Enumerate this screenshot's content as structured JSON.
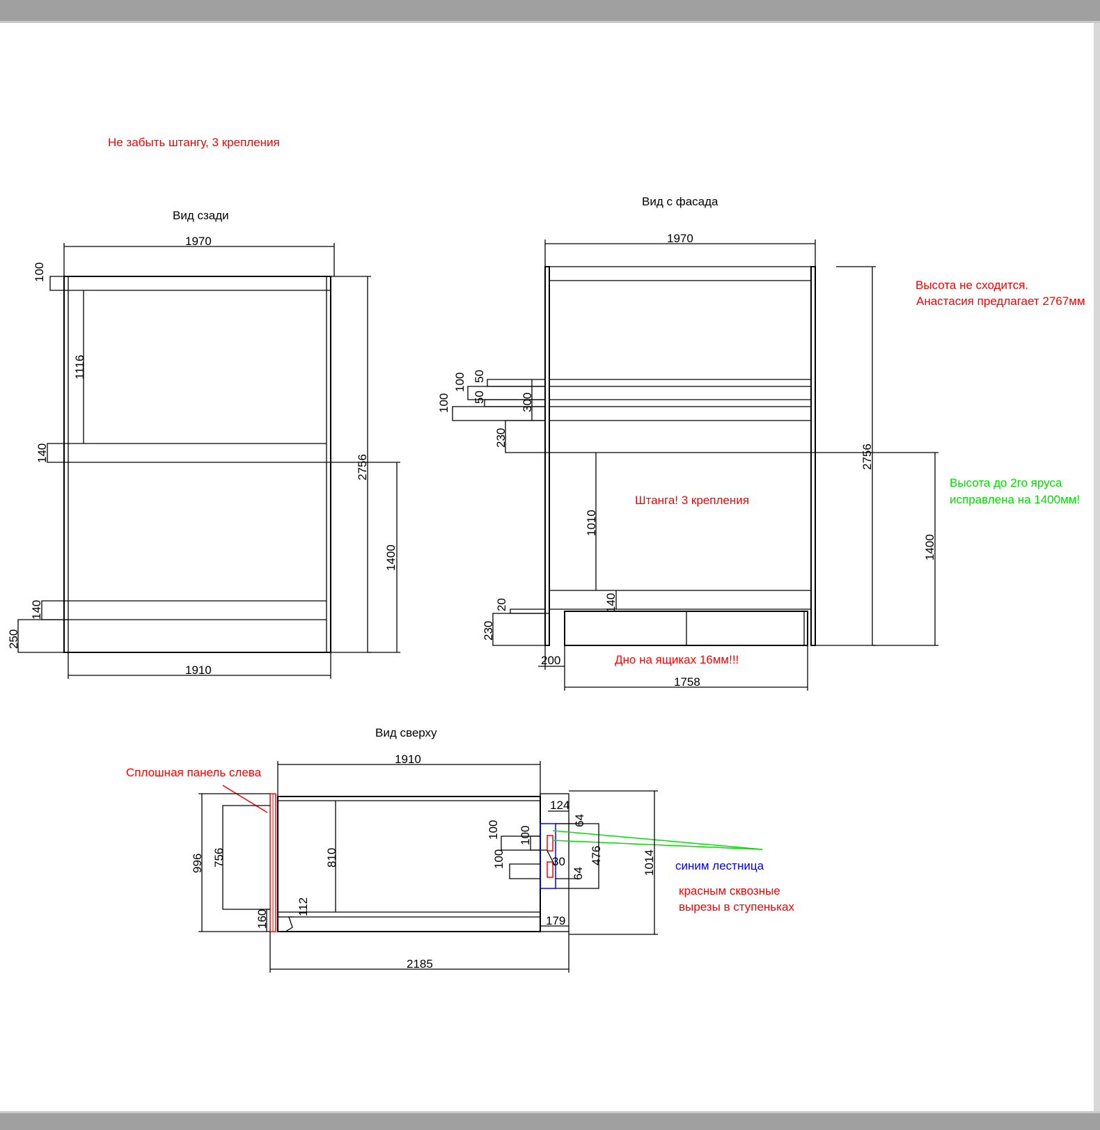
{
  "colors": {
    "red": "#ff0000",
    "green": "#00e000",
    "blue": "#0000ff",
    "line": "#000000"
  },
  "notes": {
    "top_reminder": "Не забыть штангу, 3 крепления",
    "height_mismatch_1": "Высота не сходится.",
    "height_mismatch_2": "Анастасия предлагает 2767мм",
    "tier_fix_1": "Высота до 2го яруса",
    "tier_fix_2": "исправлена на 1400мм!",
    "rod_note": "Штанга! 3 крепления",
    "drawer_bottom": "Дно на ящиках 16мм!!!",
    "solid_panel": "Сплошная панель слева",
    "blue_ladder": "синим лестница",
    "red_cutouts_1": "красным сквозные",
    "red_cutouts_2": "вырезы в ступеньках"
  },
  "views": {
    "back": {
      "title": "Вид сзади",
      "dims": {
        "width_top": "1970",
        "width_bottom": "1910",
        "height_total": "2756",
        "height_lower": "1400",
        "d100": "100",
        "d1116": "1116",
        "d140a": "140",
        "d140b": "140",
        "d250": "250"
      }
    },
    "front": {
      "title": "Вид с фасада",
      "dims": {
        "width_top": "1970",
        "height_total": "2756",
        "height_lower": "1400",
        "d1010": "1010",
        "d140": "140",
        "d20": "20",
        "d230a": "230",
        "d230b": "230",
        "d200": "200",
        "width_drawers": "1758",
        "d50a": "50",
        "d100a": "100",
        "d50b": "50",
        "d300": "300",
        "d100b": "100"
      }
    },
    "top": {
      "title": "Вид сверху",
      "dims": {
        "width_1910": "1910",
        "width_2185": "2185",
        "d996": "996",
        "d756": "756",
        "d810": "810",
        "d1014": "1014",
        "d124": "124",
        "d64a": "64",
        "d476": "476",
        "d64b": "64",
        "d179": "179",
        "d160": "160",
        "d112": "112",
        "d100a": "100",
        "d100b": "100",
        "d100c": "100",
        "d30": "30"
      }
    }
  }
}
